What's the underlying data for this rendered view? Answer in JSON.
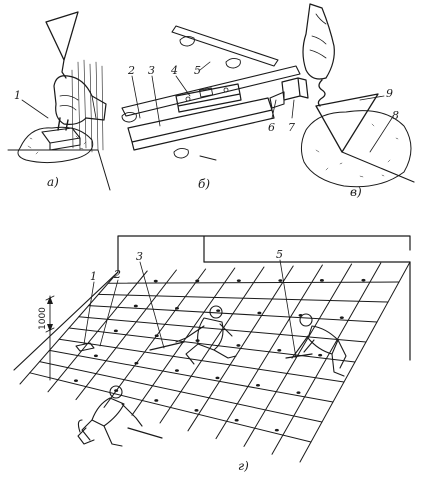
{
  "panels": {
    "a": {
      "caption": "а)",
      "labels": [
        "1"
      ]
    },
    "b": {
      "caption": "б)",
      "labels": [
        "2",
        "3",
        "4",
        "5",
        "6",
        "7"
      ]
    },
    "v": {
      "caption": "в)",
      "labels": [
        "9",
        "8"
      ]
    },
    "g": {
      "caption": "г)",
      "labels": [
        "1",
        "2",
        "3",
        "5"
      ],
      "dimension": "1000"
    }
  },
  "colors": {
    "ink": "#1a1a1a",
    "paper": "#ffffff"
  }
}
